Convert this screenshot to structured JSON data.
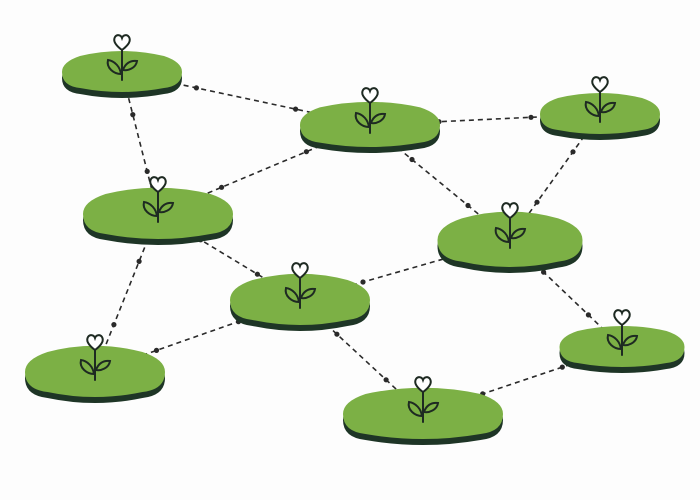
{
  "colors": {
    "pad_fill": "#7cb045",
    "pad_edge": "#1e3526",
    "line": "#2a2a2a",
    "plant": "#1e2a22",
    "background": "#fdfdfd"
  },
  "icons": {
    "node": "sprout-with-heart-flower-icon"
  },
  "nodes": [
    "n1",
    "n2",
    "n3",
    "n4",
    "n5",
    "n6",
    "n7",
    "n8",
    "n9"
  ],
  "edges": [
    [
      "n1",
      "n2"
    ],
    [
      "n1",
      "n4"
    ],
    [
      "n2",
      "n3"
    ],
    [
      "n2",
      "n4"
    ],
    [
      "n2",
      "n5"
    ],
    [
      "n3",
      "n5"
    ],
    [
      "n4",
      "n6"
    ],
    [
      "n4",
      "n7"
    ],
    [
      "n6",
      "n5"
    ],
    [
      "n6",
      "n7"
    ],
    [
      "n6",
      "n9"
    ],
    [
      "n5",
      "n8"
    ],
    [
      "n8",
      "n9"
    ]
  ]
}
